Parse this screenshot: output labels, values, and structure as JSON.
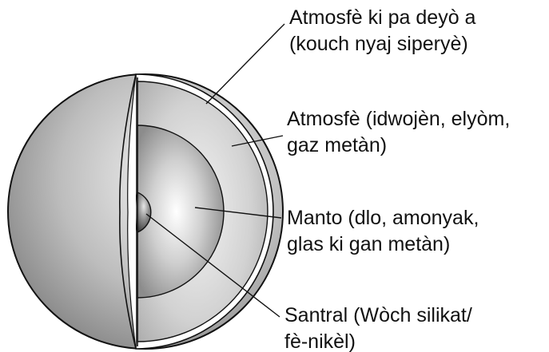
{
  "labels": {
    "outer_atmosphere": {
      "line1": "Atmosfè ki pa deyò a",
      "line2": "(kouch nyaj siperyè)"
    },
    "atmosphere": {
      "line1": "Atmosfè (idwojèn, elyòm,",
      "line2": "gaz metàn)"
    },
    "mantle": {
      "line1": "Manto (dlo, amonyak,",
      "line2": "glas ki gan metàn)"
    },
    "core": {
      "line1": "Santral (Wòch silikat/",
      "line2": "fè-nikèl)"
    }
  },
  "colors": {
    "outline": "#111111",
    "sphere_light": "#ededed",
    "sphere_dark": "#7e7e7e",
    "cut_white_band": "#ffffff"
  }
}
